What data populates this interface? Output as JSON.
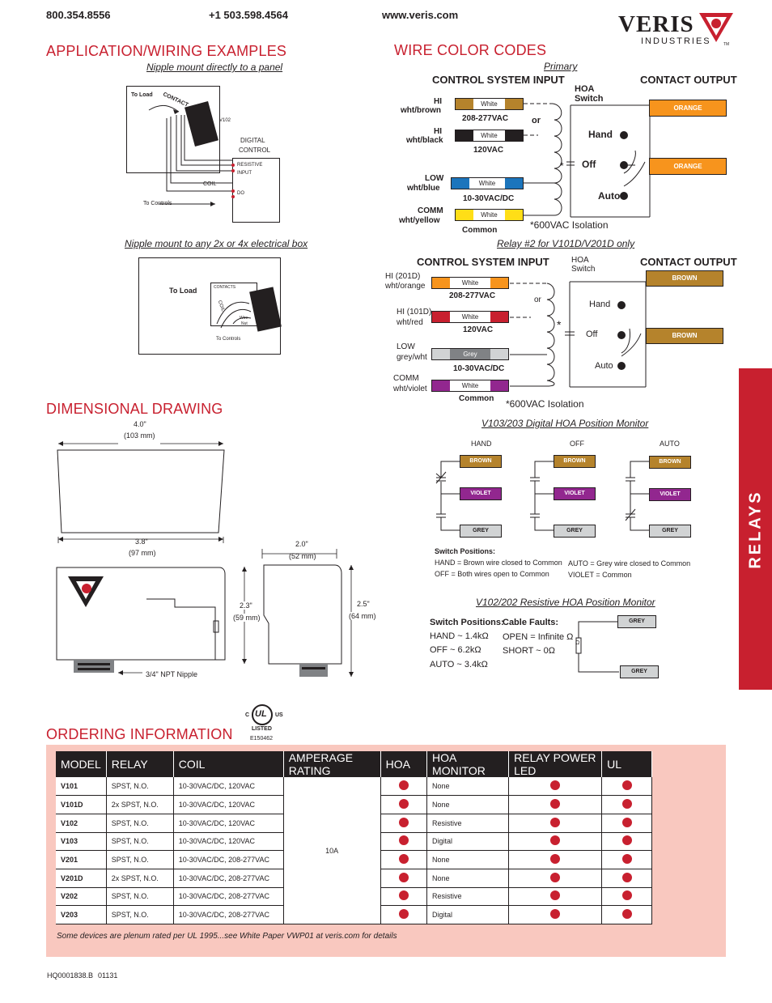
{
  "header": {
    "phone1": "800.354.8556",
    "phone2": "+1 503.598.4564",
    "website": "www.veris.com",
    "logo_text": "VERIS",
    "logo_sub": "INDUSTRIES",
    "logo_tm": "TM"
  },
  "side_tab": "RELAYS",
  "app": {
    "title": "APPLICATION/WIRING EXAMPLES",
    "subtitle1": "Nipple mount directly to a panel",
    "d1_to_load": "To Load",
    "d1_contact": "CONTACT",
    "d1_v102": "V102",
    "d1_digital": "DIGITAL",
    "d1_control": "CONTROL",
    "d1_resistive": "RESISTIVE",
    "d1_input": "INPUT",
    "d1_coil": "COIL",
    "d1_do": "DO",
    "d1_to_controls": "To Controls",
    "subtitle2": "Nipple mount to any 2x or 4x electrical box",
    "d2_to_load": "To Load",
    "d2_contacts": "CONTACTS",
    "d2_coil": "COIL",
    "d2_wire": "Wire",
    "d2_nut": "Nut",
    "d2_to_controls": "To Controls"
  },
  "dim": {
    "title": "DIMENSIONAL DRAWING",
    "w1": "4.0\"",
    "w1mm": "(103 mm)",
    "w2": "3.8\"",
    "w2mm": "(97 mm)",
    "d": "2.0\"",
    "dmm": "(52 mm)",
    "h1": "2.3\"",
    "h1mm": "(59 mm)",
    "h2": "2.5\"",
    "h2mm": "(64 mm)",
    "nipple": "3/4\" NPT Nipple"
  },
  "wire": {
    "title": "WIRE COLOR CODES",
    "primary": "Primary",
    "csi": "CONTROL SYSTEM INPUT",
    "co": "CONTACT OUTPUT",
    "hoa": "HOA",
    "switch": "Switch",
    "hand": "Hand",
    "off": "Off",
    "auto": "Auto",
    "or": "or",
    "iso": "*600VAC Isolation",
    "star": "*",
    "p_rows": [
      {
        "label1": "HI",
        "label2": "wht/brown",
        "mid": "White",
        "end": "Brown",
        "volt": "208-277VAC"
      },
      {
        "label1": "HI",
        "label2": "wht/black",
        "mid": "White",
        "end": "Black",
        "volt": "120VAC"
      },
      {
        "label1": "LOW",
        "label2": "wht/blue",
        "mid": "White",
        "end": "Blue",
        "volt": "10-30VAC/DC"
      },
      {
        "label1": "COMM",
        "label2": "wht/yellow",
        "mid": "White",
        "end": "Yellow",
        "volt": "Common"
      }
    ],
    "p_out1": "ORANGE",
    "p_out2": "ORANGE",
    "relay2": "Relay #2 for V101D/V201D only",
    "r_rows": [
      {
        "label1": "HI (201D)",
        "label2": "wht/orange",
        "mid": "White",
        "end": "Orange",
        "volt": "208-277VAC"
      },
      {
        "label1": "HI (101D)",
        "label2": "wht/red",
        "mid": "White",
        "end": "Red",
        "volt": "120VAC"
      },
      {
        "label1": "LOW",
        "label2": "grey/wht",
        "mid": "Grey",
        "end": "White",
        "volt": "10-30VAC/DC"
      },
      {
        "label1": "COMM",
        "label2": "wht/violet",
        "mid": "White",
        "end": "Violet",
        "volt": "Common"
      }
    ],
    "r_out1": "BROWN",
    "r_out2": "BROWN"
  },
  "monitor": {
    "title": "V103/203 Digital HOA Position Monitor",
    "cols": [
      "HAND",
      "OFF",
      "AUTO"
    ],
    "brown": "BROWN",
    "violet": "VIOLET",
    "grey": "GREY",
    "sp_title": "Switch Positions:",
    "sp1": "HAND = Brown wire closed to Common",
    "sp2": "OFF = Both wires open to Common",
    "sp3": "AUTO = Grey wire closed to Common",
    "sp4": "VIOLET = Common"
  },
  "resistive": {
    "title": "V102/202 Resistive HOA Position Monitor",
    "sp_title": "Switch Positions:",
    "sp1": "HAND ~ 1.4kΩ",
    "sp2": "OFF ~ 6.2kΩ",
    "sp3": "AUTO ~ 3.4kΩ",
    "cf_title": "Cable Faults:",
    "cf1": "OPEN = Infinite Ω",
    "cf2": "SHORT ~ 0Ω",
    "grey": "GREY",
    "omega": "Ω"
  },
  "ul": {
    "c": "C",
    "ul": "UL",
    "us": "US",
    "listed": "LISTED",
    "code": "E150462"
  },
  "ordering": {
    "title": "ORDERING INFORMATION",
    "headers": [
      "MODEL",
      "RELAY",
      "COIL",
      "AMPERAGE RATING",
      "HOA",
      "HOA MONITOR",
      "RELAY POWER LED",
      "UL"
    ],
    "amp": "10A",
    "rows": [
      {
        "model": "V101",
        "relay": "SPST, N.O.",
        "coil": "10-30VAC/DC, 120VAC",
        "monitor": "None"
      },
      {
        "model": "V101D",
        "relay": "2x SPST, N.O.",
        "coil": "10-30VAC/DC, 120VAC",
        "monitor": "None"
      },
      {
        "model": "V102",
        "relay": "SPST, N.O.",
        "coil": "10-30VAC/DC, 120VAC",
        "monitor": "Resistive"
      },
      {
        "model": "V103",
        "relay": "SPST, N.O.",
        "coil": "10-30VAC/DC, 120VAC",
        "monitor": "Digital"
      },
      {
        "model": "V201",
        "relay": "SPST, N.O.",
        "coil": "10-30VAC/DC, 208-277VAC",
        "monitor": "None"
      },
      {
        "model": "V201D",
        "relay": "2x SPST, N.O.",
        "coil": "10-30VAC/DC, 208-277VAC",
        "monitor": "None"
      },
      {
        "model": "V202",
        "relay": "SPST, N.O.",
        "coil": "10-30VAC/DC, 208-277VAC",
        "monitor": "Resistive"
      },
      {
        "model": "V203",
        "relay": "SPST, N.O.",
        "coil": "10-30VAC/DC, 208-277VAC",
        "monitor": "Digital"
      }
    ],
    "note": "Some devices are plenum rated per UL 1995...see White Paper VWP01 at veris.com for details"
  },
  "footer": {
    "code": "HQ0001838.B",
    "num": "01131"
  },
  "colors": {
    "accent": "#c8202f",
    "orange": "#f7941d",
    "brown": "#b5832c",
    "violet": "#92278f",
    "grey": "#d1d3d4",
    "pink_bg": "#f9c8bf",
    "blue": "#1c75bc",
    "yellow": "#ffde17"
  }
}
